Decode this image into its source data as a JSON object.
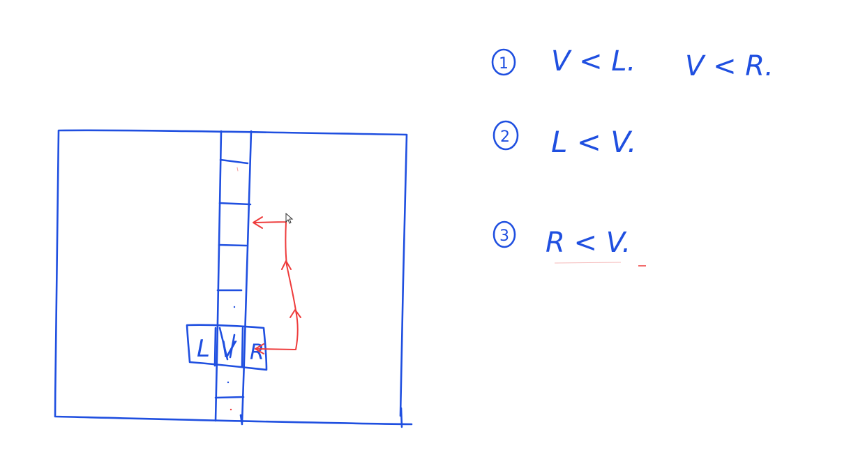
{
  "diagram": {
    "cell_labels": {
      "left": "L",
      "middle": "V",
      "right": "R"
    },
    "cases": [
      {
        "number": "1",
        "text_a": "V < L.",
        "text_b": "V < R."
      },
      {
        "number": "2",
        "text_a": "L < V."
      },
      {
        "number": "3",
        "text_a": "R < V."
      }
    ],
    "colors": {
      "ink": "#1f4fe0",
      "path": "#ee3b3b",
      "background": "#ffffff"
    },
    "cursor_icon": "pointer-cursor-icon"
  }
}
